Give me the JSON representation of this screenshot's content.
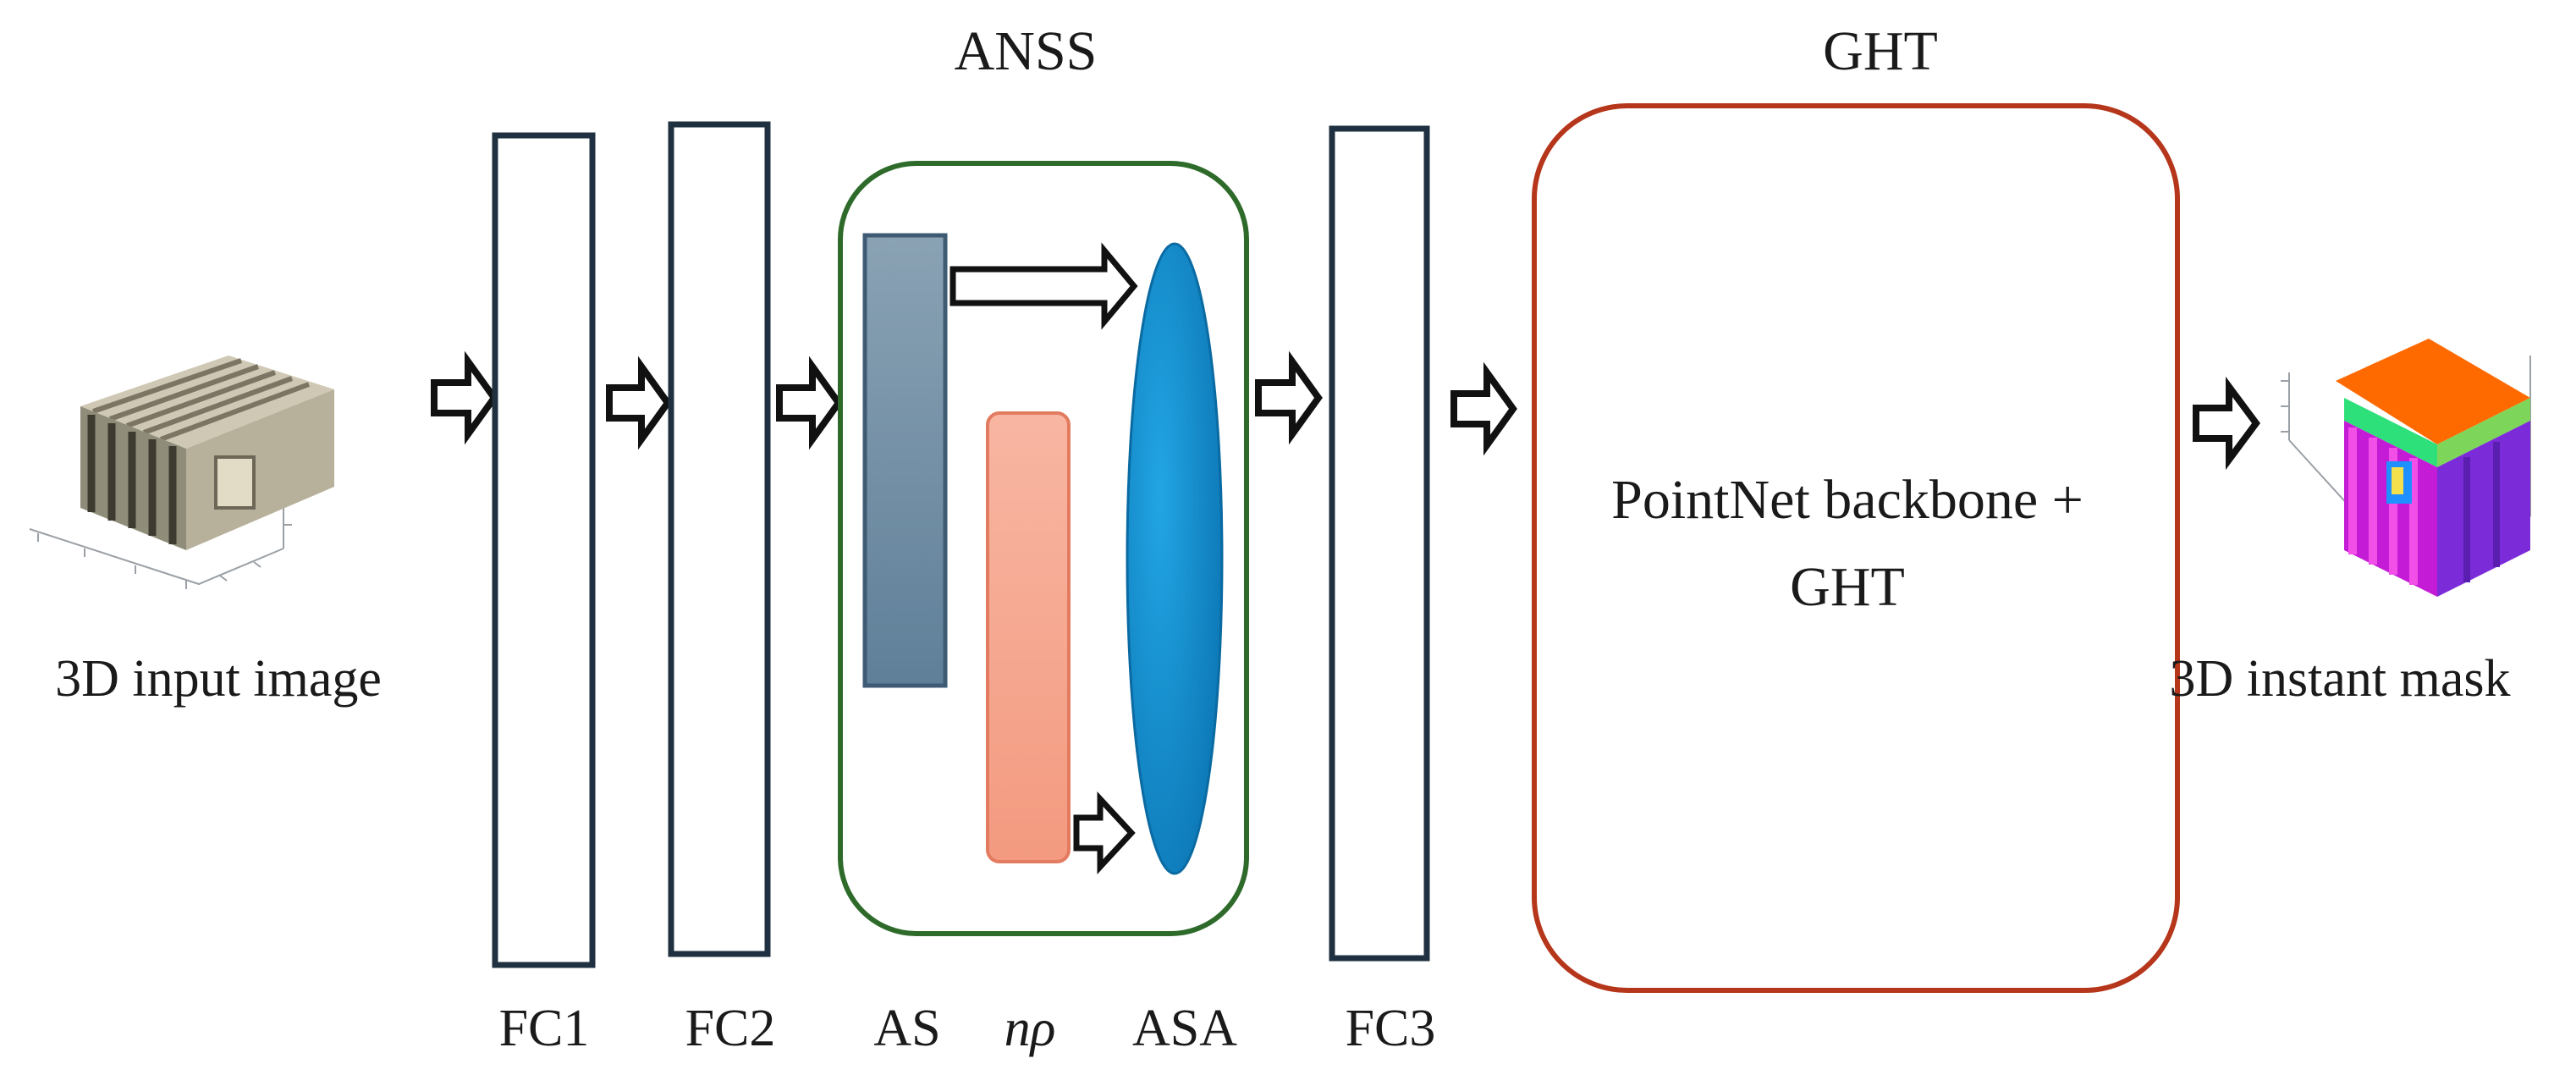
{
  "header": {
    "anss_title": "ANSS",
    "ght_title": "GHT"
  },
  "input": {
    "caption": "3D input image"
  },
  "output": {
    "caption": "3D instant mask"
  },
  "layers": {
    "fc1": "FC1",
    "fc2": "FC2",
    "fc3": "FC3",
    "as": "AS",
    "np": "nρ",
    "asa": "ASA"
  },
  "ght_box": {
    "line1": "PointNet backbone +",
    "line2": "GHT"
  },
  "colors": {
    "fc_stroke": "#1f3140",
    "anss_stroke": "#2e6b2a",
    "ght_stroke": "#b5361b",
    "as_fill": "#7f98ac",
    "np_fill": "#f6a892",
    "asa_fill": "#1591cf"
  }
}
